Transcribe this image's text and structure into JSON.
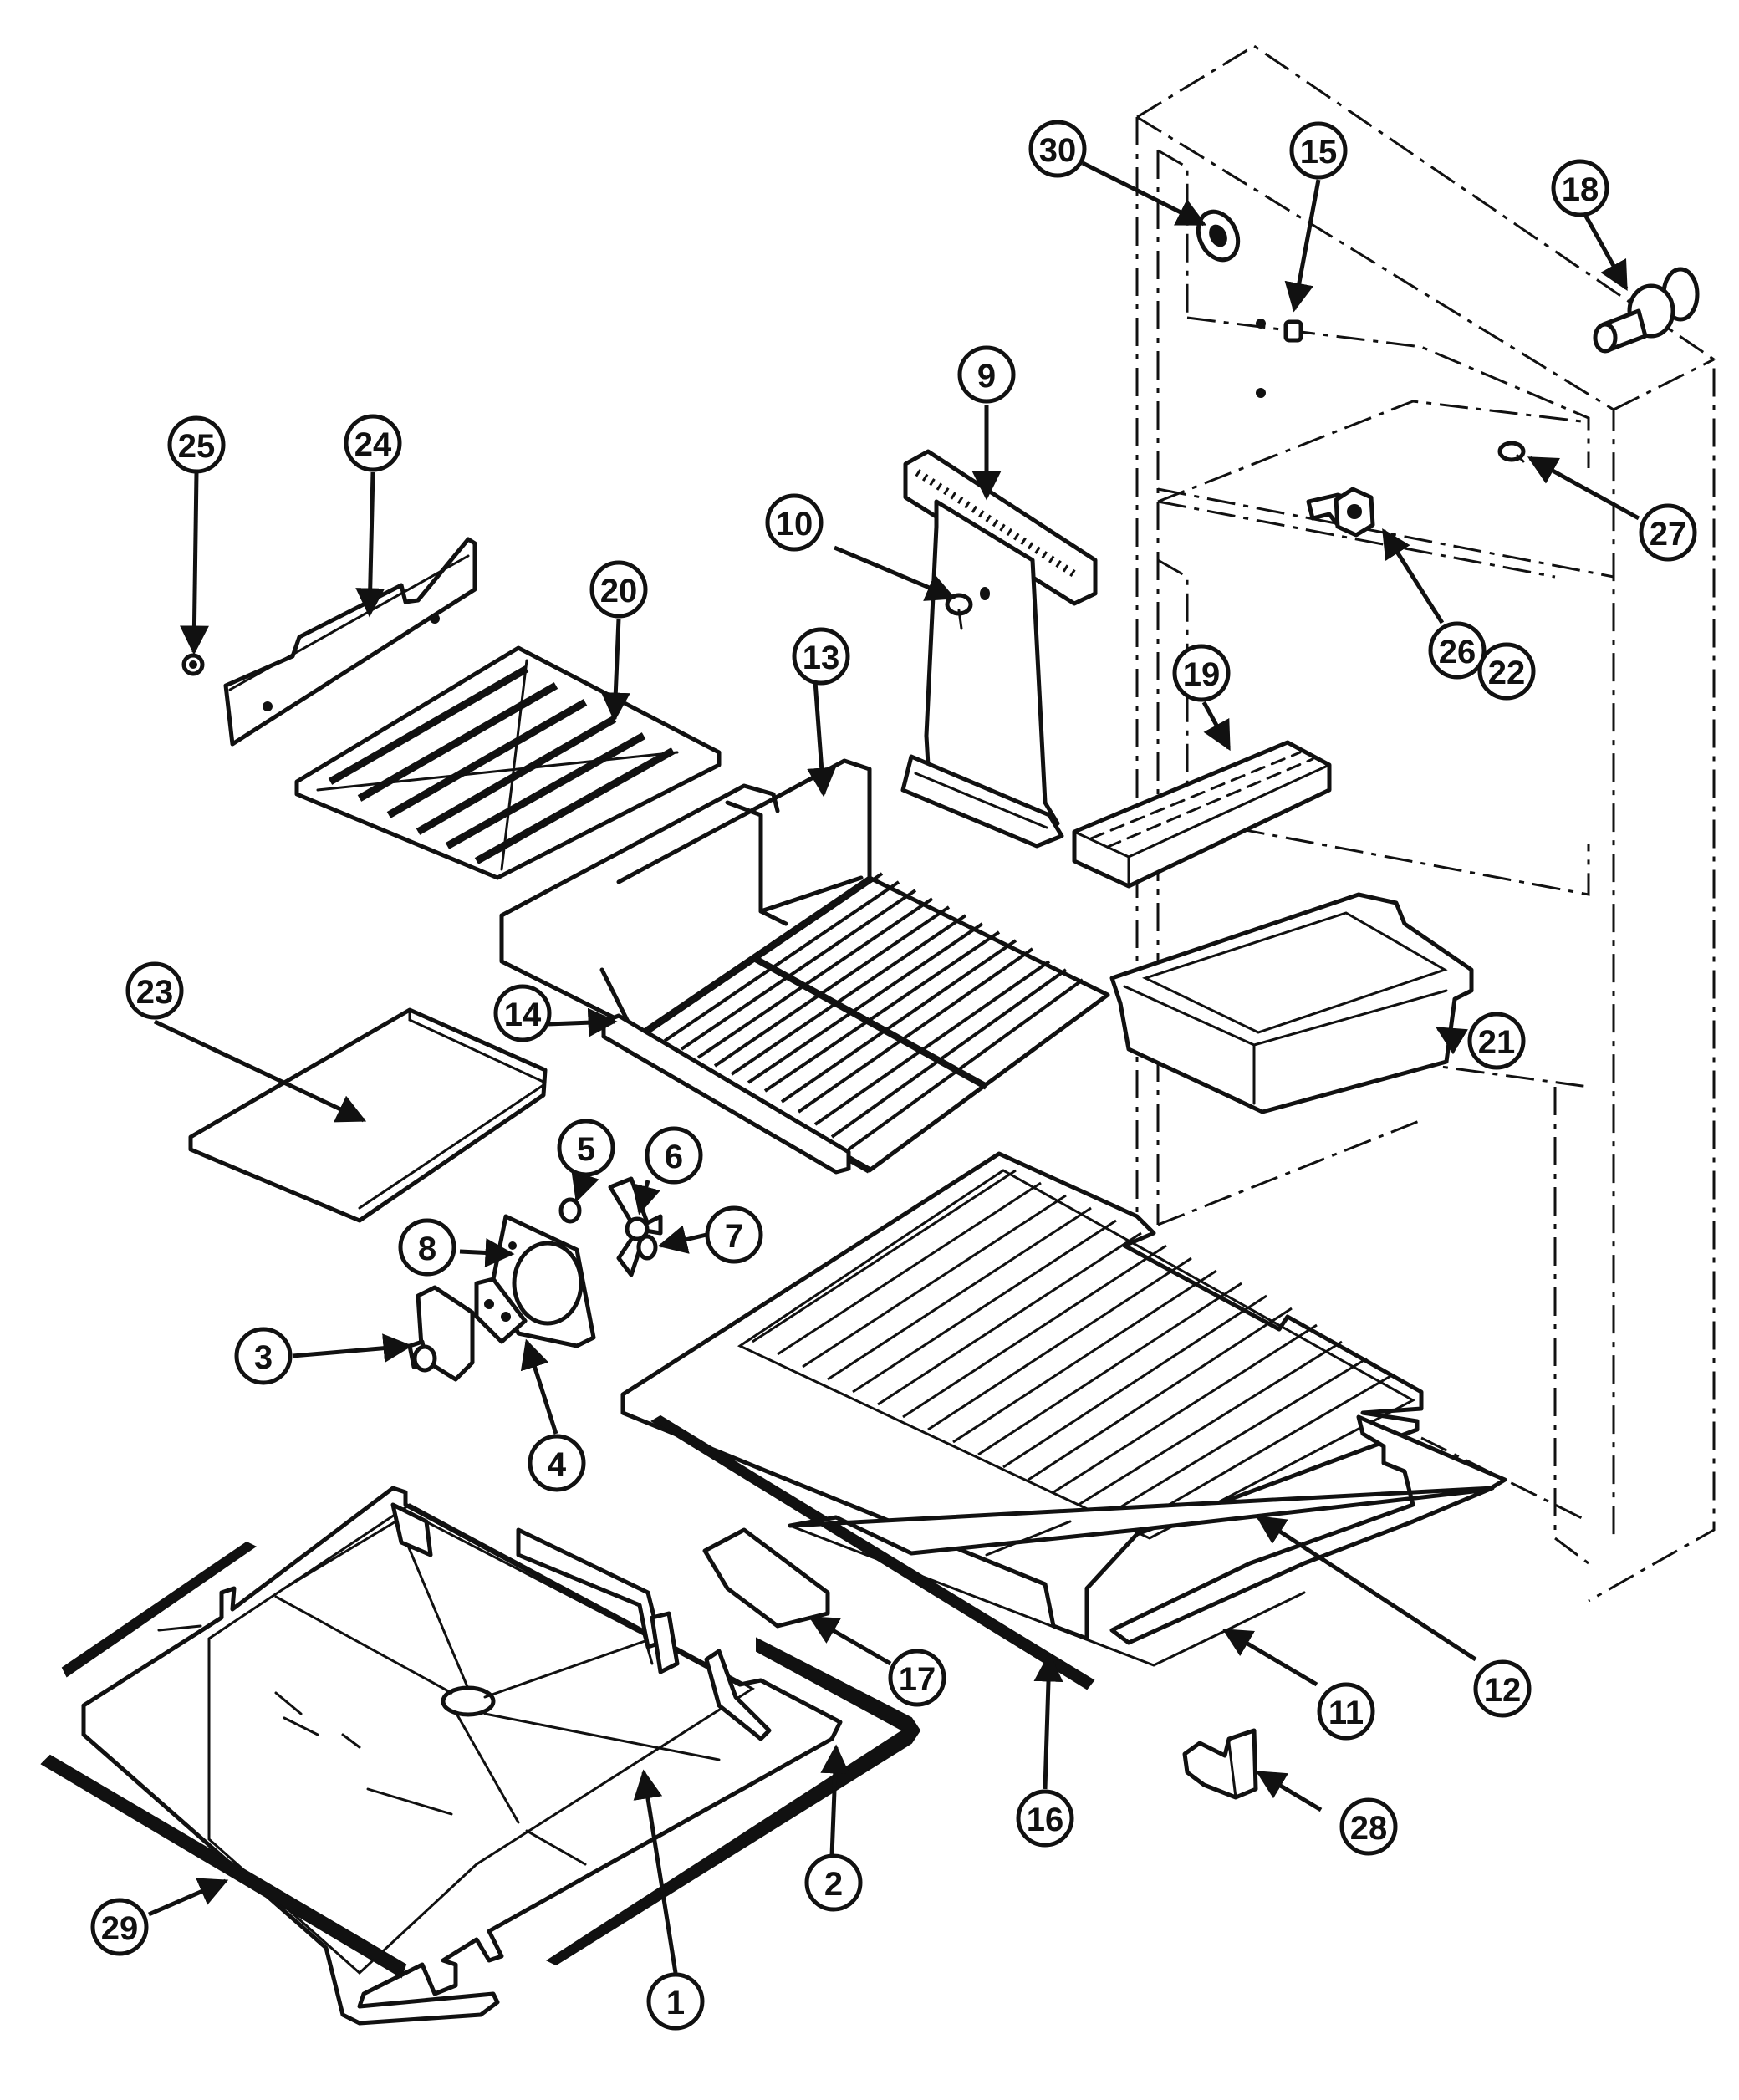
{
  "diagram": {
    "callouts": [
      {
        "label": "1"
      },
      {
        "label": "2"
      },
      {
        "label": "3"
      },
      {
        "label": "4"
      },
      {
        "label": "5"
      },
      {
        "label": "6"
      },
      {
        "label": "7"
      },
      {
        "label": "8"
      },
      {
        "label": "9"
      },
      {
        "label": "10"
      },
      {
        "label": "11"
      },
      {
        "label": "12"
      },
      {
        "label": "13"
      },
      {
        "label": "14"
      },
      {
        "label": "15"
      },
      {
        "label": "16"
      },
      {
        "label": "17"
      },
      {
        "label": "18"
      },
      {
        "label": "19"
      },
      {
        "label": "20"
      },
      {
        "label": "21"
      },
      {
        "label": "22"
      },
      {
        "label": "23"
      },
      {
        "label": "24"
      },
      {
        "label": "25"
      },
      {
        "label": "26"
      },
      {
        "label": "27"
      },
      {
        "label": "28"
      },
      {
        "label": "29"
      },
      {
        "label": "30"
      }
    ]
  }
}
